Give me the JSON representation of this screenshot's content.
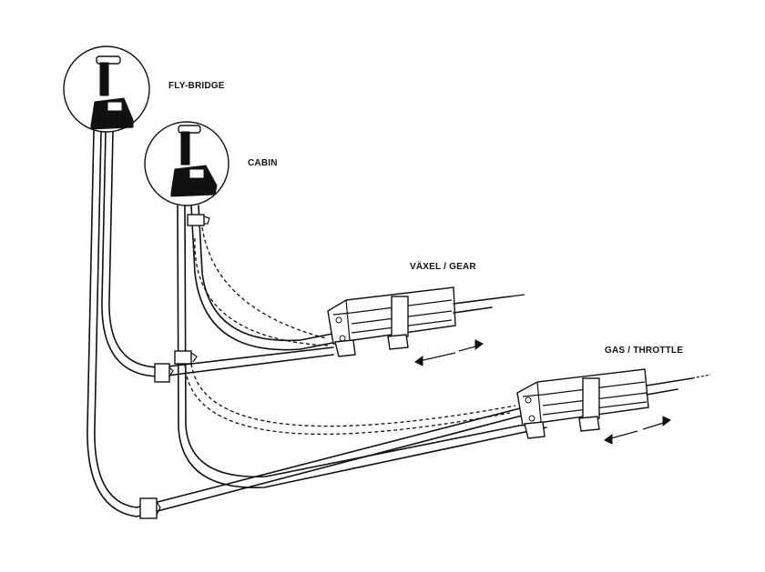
{
  "labels": {
    "fly_bridge": "FLY-BRIDGE",
    "cabin": "CABIN",
    "gear": "VÄXEL / GEAR",
    "throttle": "GAS / THROTTLE"
  }
}
